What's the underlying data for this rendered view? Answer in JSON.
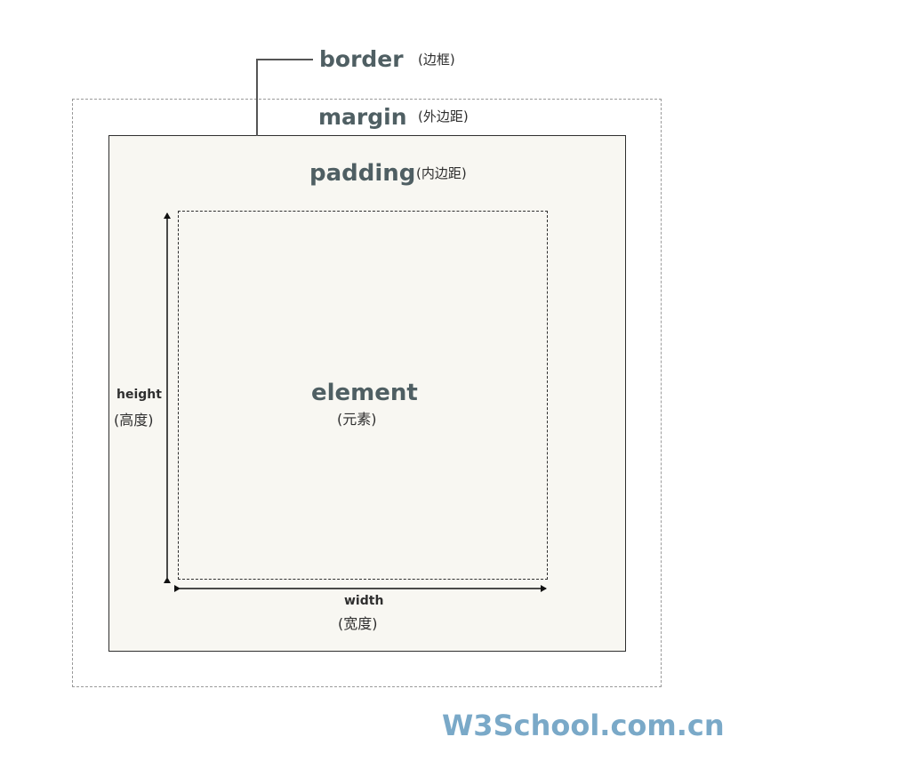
{
  "labels": {
    "border": {
      "en": "border",
      "cn": "(边框)"
    },
    "margin": {
      "en": "margin",
      "cn": "(外边距)"
    },
    "padding": {
      "en": "padding",
      "cn": "(内边距)"
    },
    "element": {
      "en": "element",
      "cn": "(元素)"
    },
    "height": {
      "en": "height",
      "cn": "(高度)"
    },
    "width": {
      "en": "width",
      "cn": "(宽度)"
    }
  },
  "watermark": "W3School.com.cn",
  "colors": {
    "label": "#4f5f63",
    "padding_fill": "#f8f7f2",
    "watermark": "#7aa9c8"
  }
}
